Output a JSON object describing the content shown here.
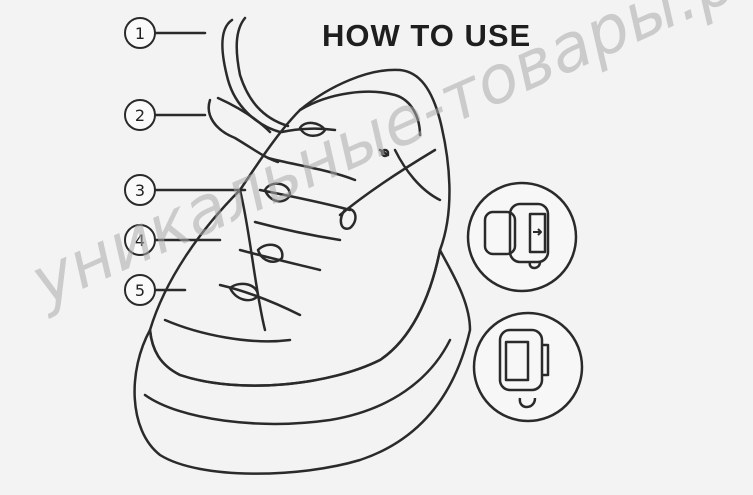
{
  "title": "HOW TO USE",
  "steps": [
    "1",
    "2",
    "3",
    "4",
    "5"
  ],
  "watermark": "уникальные-товары.рф",
  "colors": {
    "line": "#2a2a2a",
    "background": "#f3f3f3"
  }
}
